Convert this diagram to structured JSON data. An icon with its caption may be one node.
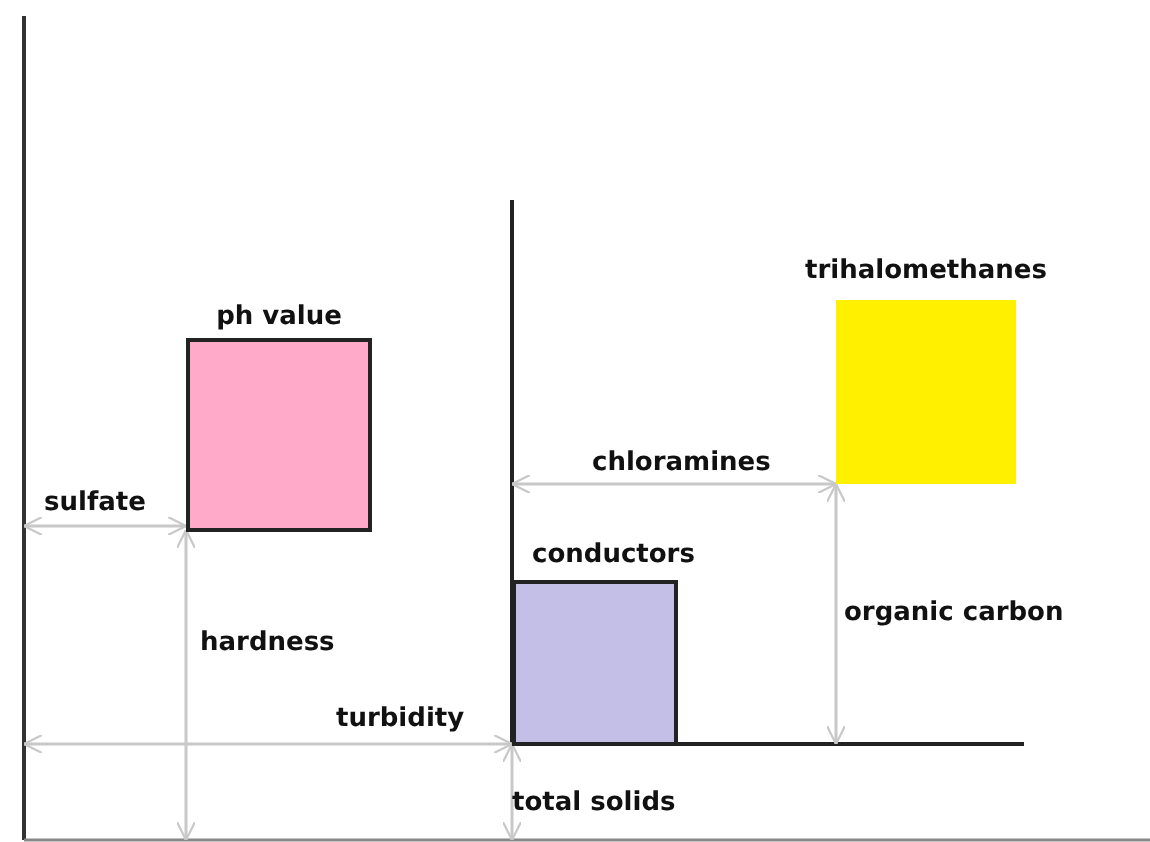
{
  "diagram": {
    "nodes": [
      {
        "text": [
          "ph value"
        ]
      },
      {
        "text": [
          "trihalomethanes"
        ]
      },
      {
        "text": [
          "conductors"
        ]
      }
    ],
    "labels": [
      "sulfate",
      "hardness",
      "turbidity",
      "chloramines",
      "organic carbon",
      "total solids"
    ]
  }
}
